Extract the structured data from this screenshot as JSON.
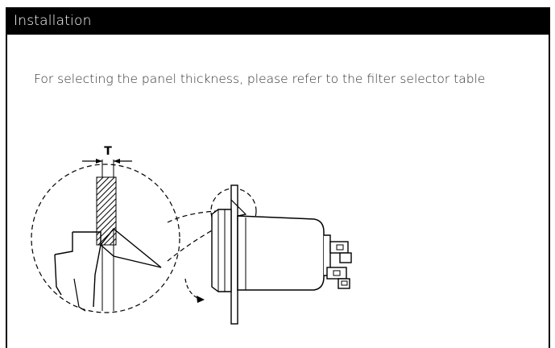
{
  "section": {
    "title": "Installation"
  },
  "body": {
    "description": "For selecting the panel thickness, please refer to the filter selector table"
  },
  "figure": {
    "dimension_label": "T"
  }
}
